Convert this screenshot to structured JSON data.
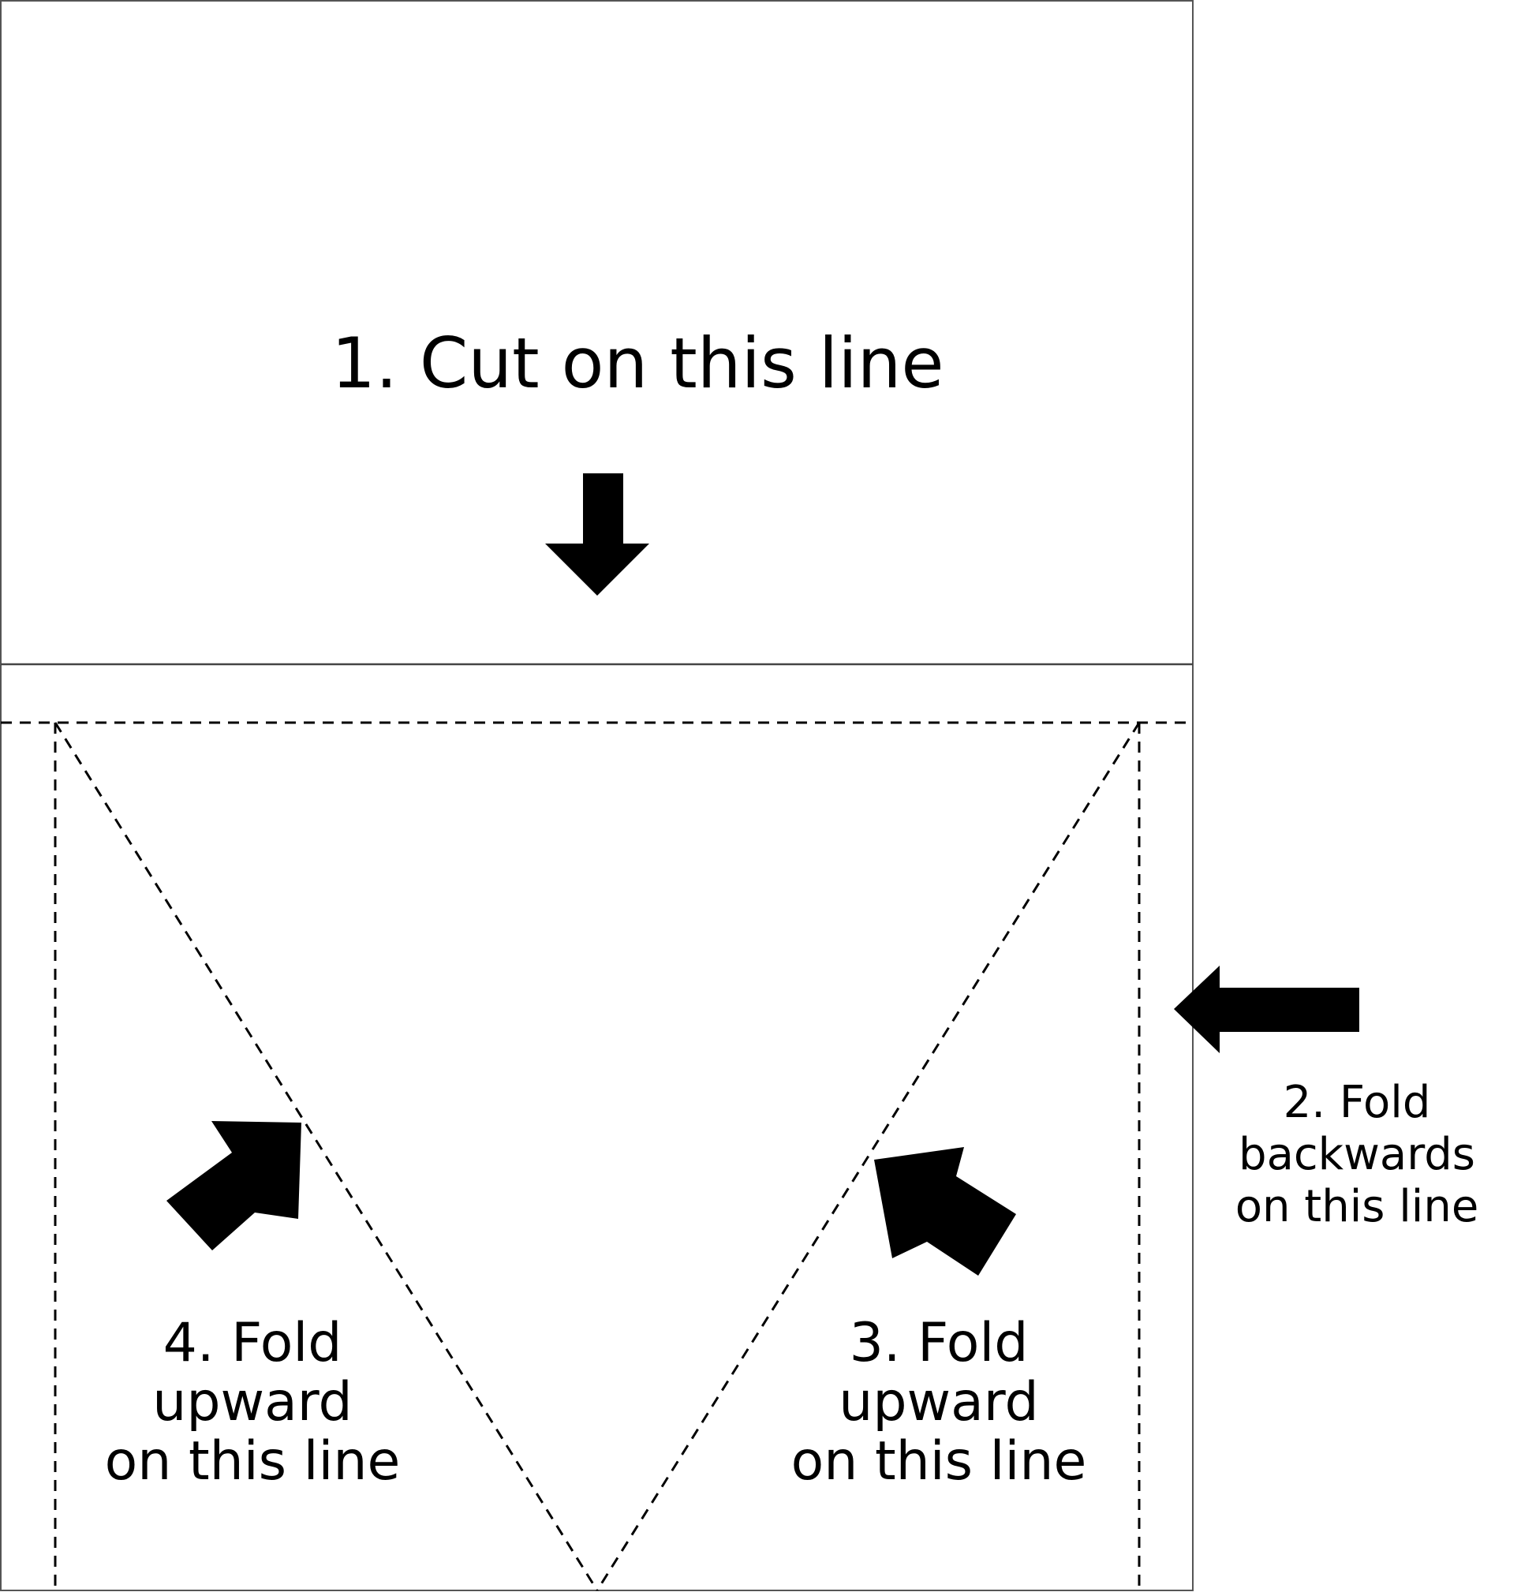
{
  "steps": {
    "step1": {
      "lines": [
        "1. Cut on this line"
      ]
    },
    "step2": {
      "lines": [
        "2. Fold",
        "backwards",
        "on this line"
      ]
    },
    "step3": {
      "lines": [
        "3. Fold",
        "upward",
        "on this line"
      ]
    },
    "step4": {
      "lines": [
        "4. Fold",
        "upward",
        "on this line"
      ]
    }
  },
  "colors": {
    "ink": "#000000",
    "border": "#555555",
    "background": "#ffffff"
  },
  "icons": [
    "arrow-down-icon",
    "arrow-left-icon",
    "arrow-up-left-icon",
    "arrow-up-right-icon"
  ]
}
